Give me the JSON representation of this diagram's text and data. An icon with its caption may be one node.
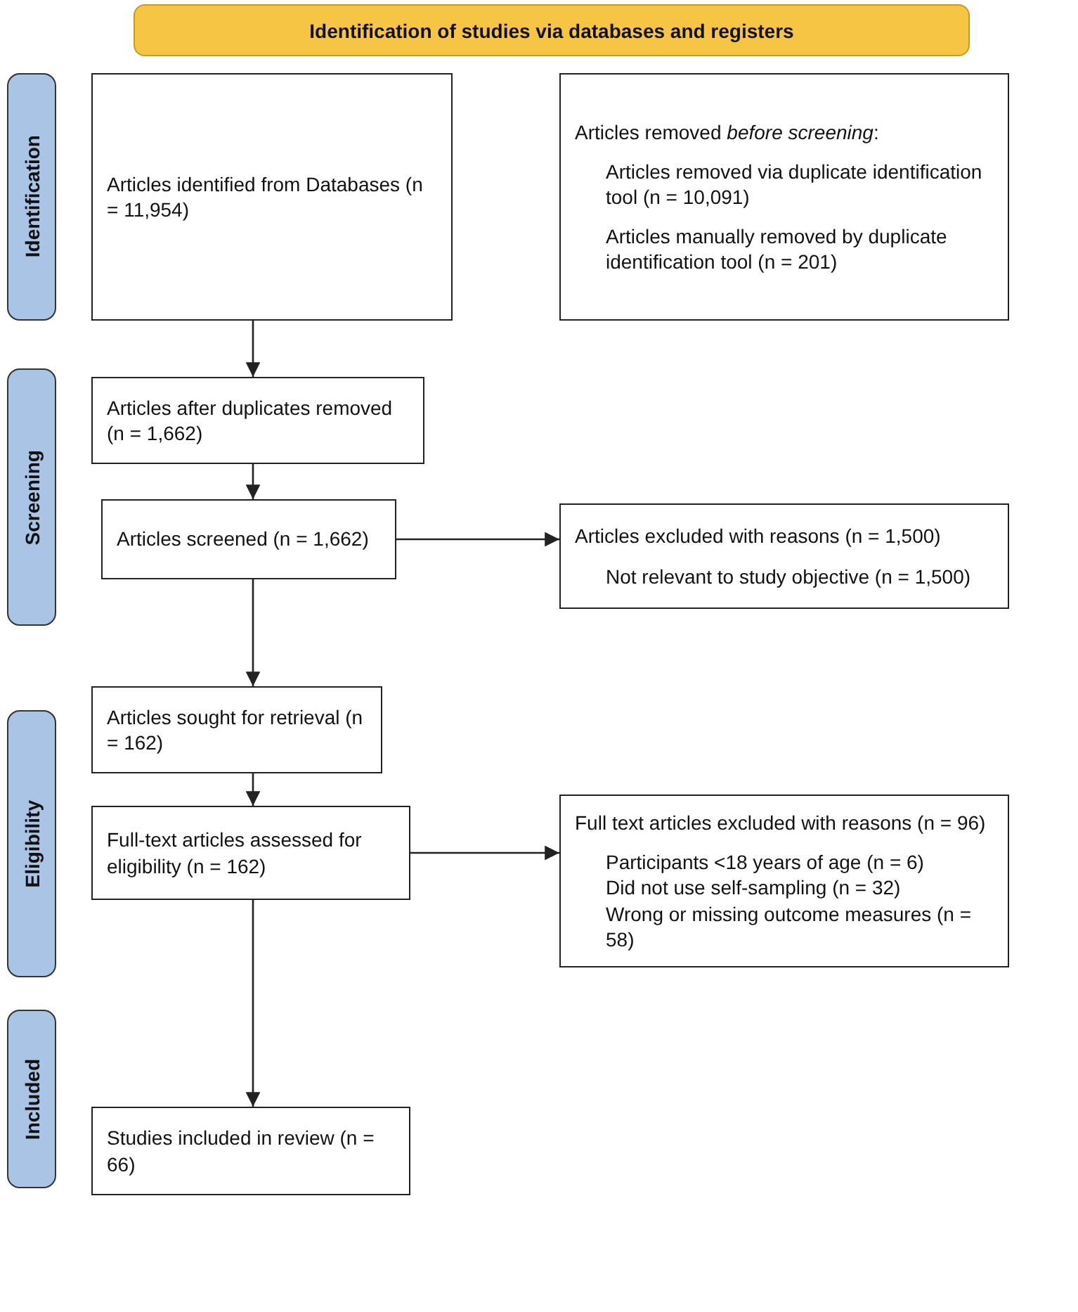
{
  "diagram": {
    "nodes": [
      {
        "text": [
          "Identification of studies via databases and registers"
        ]
      },
      {
        "text": [
          "Identification"
        ]
      },
      {
        "text": [
          "Articles identified from Databases (n = 11,954)"
        ]
      },
      {
        "text": [
          "Articles removed *before screening*:",
          "Articles removed via duplicate identification tool (n = 10,091)",
          "Articles manually removed by duplicate identification tool (n = 201)"
        ]
      },
      {
        "text": [
          "Screening"
        ]
      },
      {
        "text": [
          "Articles after duplicates removed (n = 1,662)"
        ]
      },
      {
        "text": [
          "Articles screened (n = 1,662)"
        ]
      },
      {
        "text": [
          "Articles excluded with reasons (n = 1,500)",
          "Not relevant to study objective (n = 1,500)"
        ]
      },
      {
        "text": [
          "Articles sought for retrieval (n = 162)"
        ]
      },
      {
        "text": [
          "Eligibility"
        ]
      },
      {
        "text": [
          "Full-text articles assessed for eligibility (n = 162)"
        ]
      },
      {
        "text": [
          "Full text articles excluded with reasons (n = 96)",
          "Participants <18 years of age (n = 6)",
          "Did not use self-sampling (n = 32)",
          "Wrong or missing outcome measures (n = 58)"
        ]
      },
      {
        "text": [
          "Included"
        ]
      },
      {
        "text": [
          "Studies included in review (n = 66)"
        ]
      }
    ],
    "edges": [
      {
        "from": 2,
        "to": 5,
        "arrow": "to"
      },
      {
        "from": 5,
        "to": 6,
        "arrow": "to"
      },
      {
        "from": 6,
        "to": 7,
        "arrow": "to"
      },
      {
        "from": 6,
        "to": 8,
        "arrow": "to"
      },
      {
        "from": 8,
        "to": 10,
        "arrow": "to"
      },
      {
        "from": 10,
        "to": 11,
        "arrow": "to"
      },
      {
        "from": 10,
        "to": 13,
        "arrow": "to"
      }
    ]
  }
}
